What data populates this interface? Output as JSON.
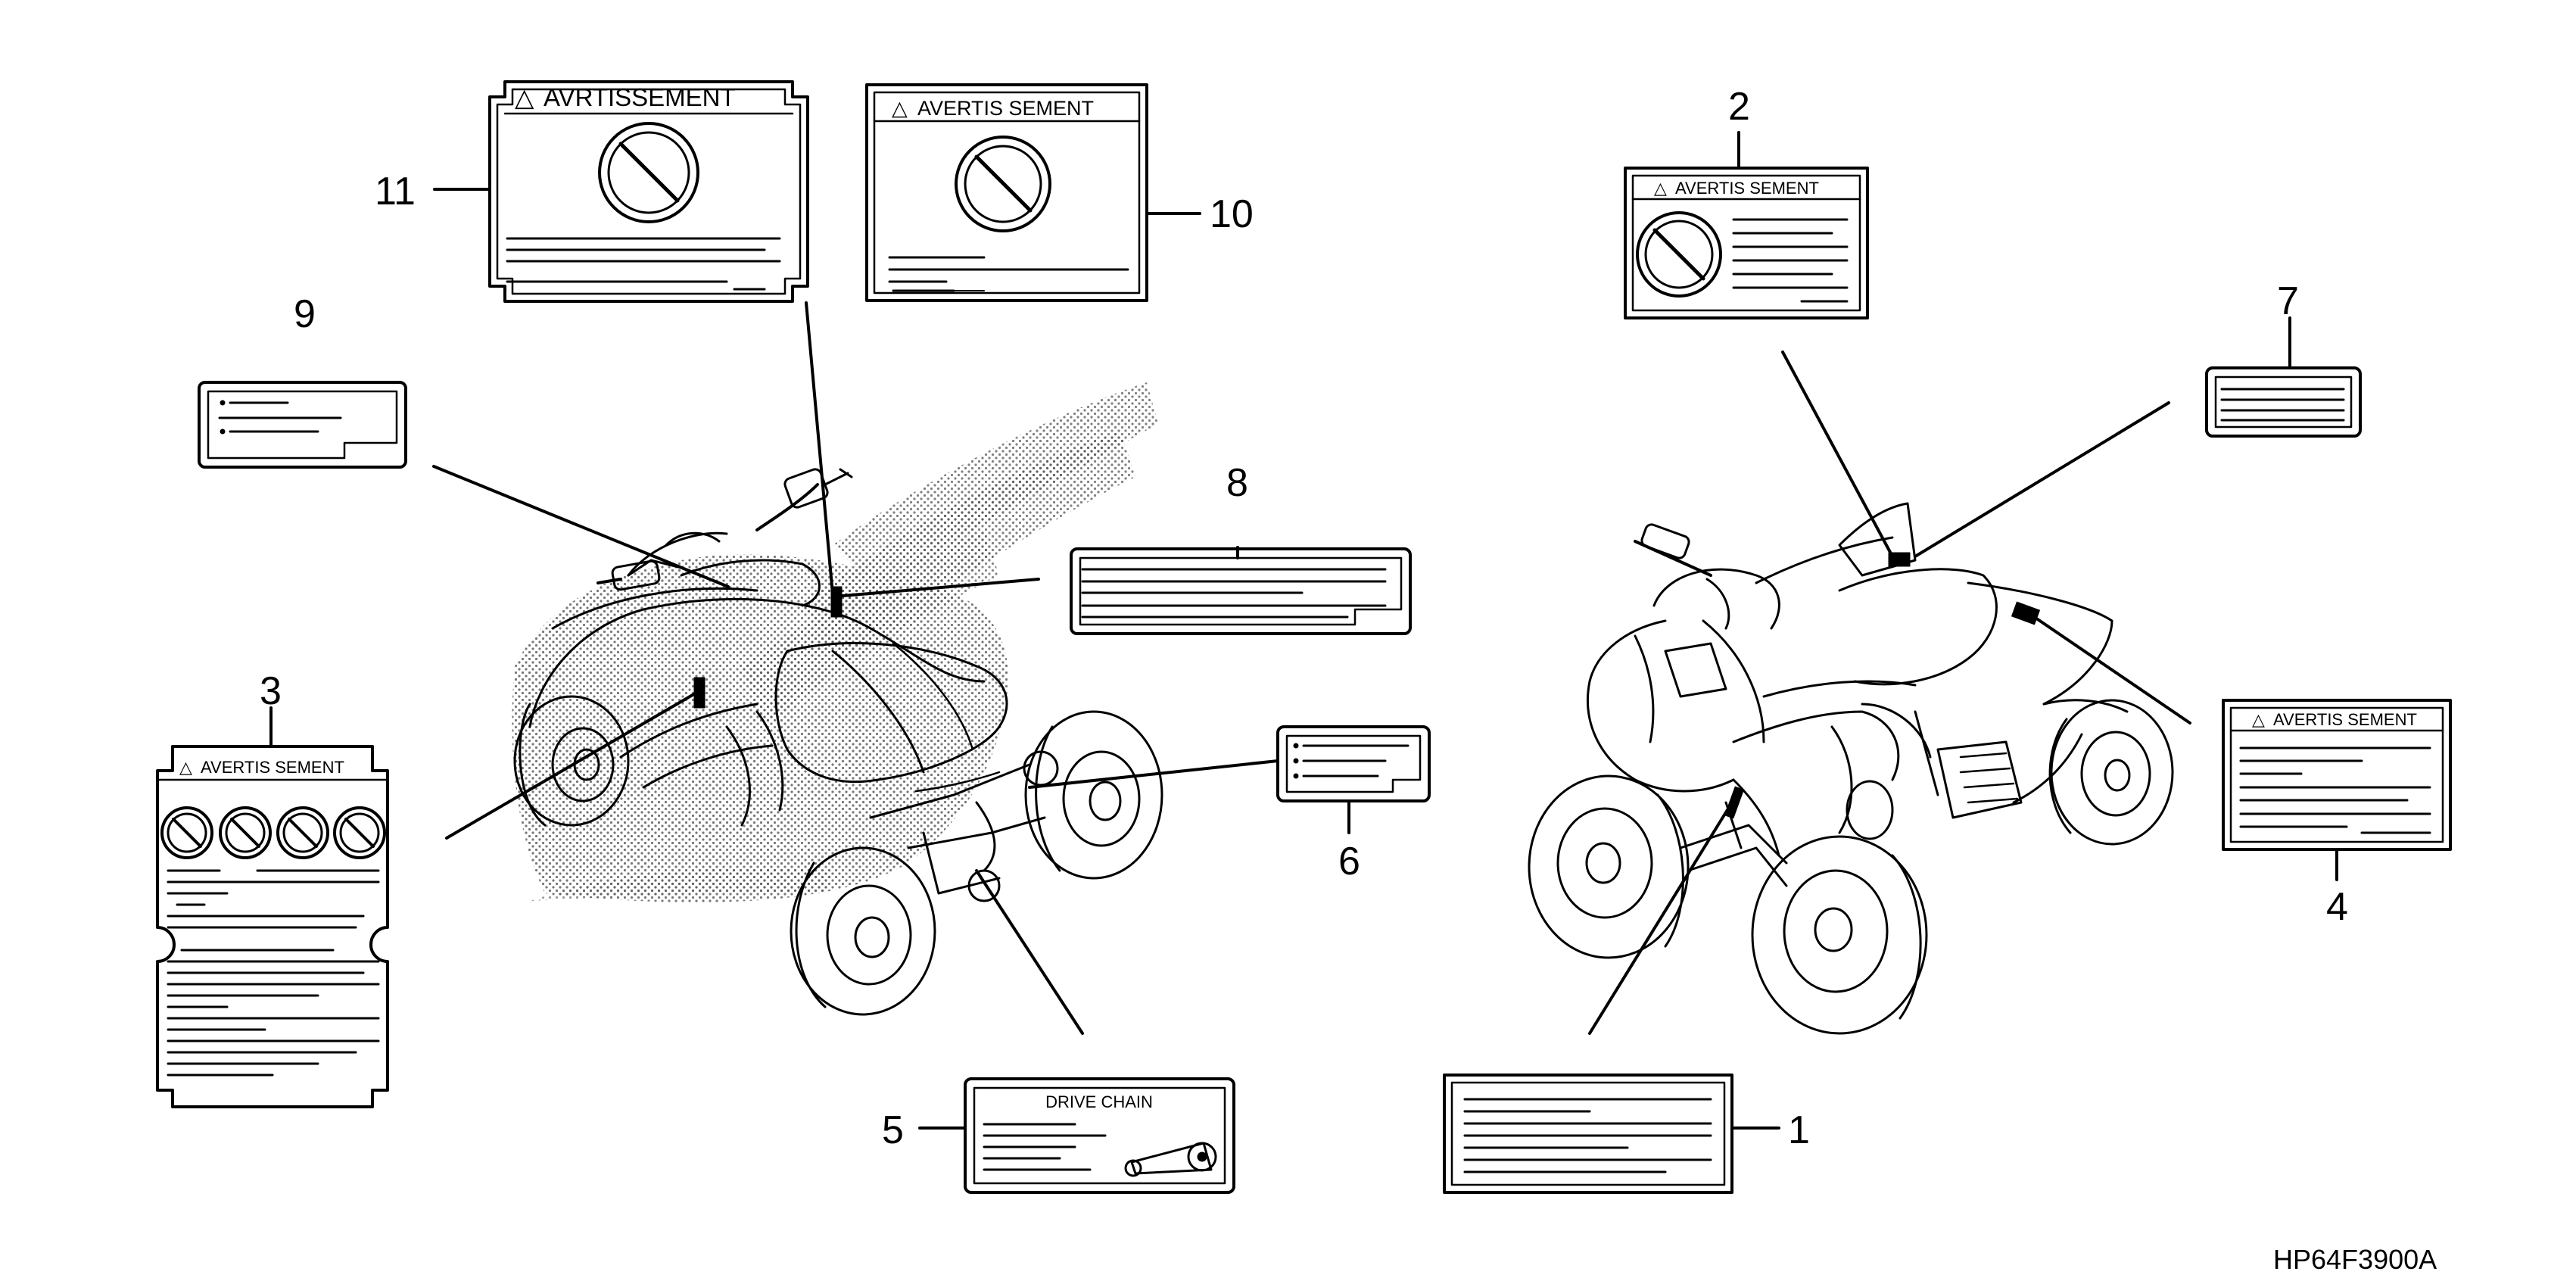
{
  "callouts": [
    "1",
    "2",
    "3",
    "4",
    "5",
    "6",
    "7",
    "8",
    "9",
    "10",
    "11"
  ],
  "labels": {
    "label_2_header": "AVERTIS SEMENT",
    "label_3_header": "AVERTIS SEMENT",
    "label_4_header": "AVERTIS SEMENT",
    "label_5_header": "DRIVE CHAIN",
    "label_10_header": "AVERTIS SEMENT",
    "label_11_header": "AVRTISSEMENT"
  },
  "warning_triangle": "△",
  "diagram_ref": "HP64F3900A"
}
